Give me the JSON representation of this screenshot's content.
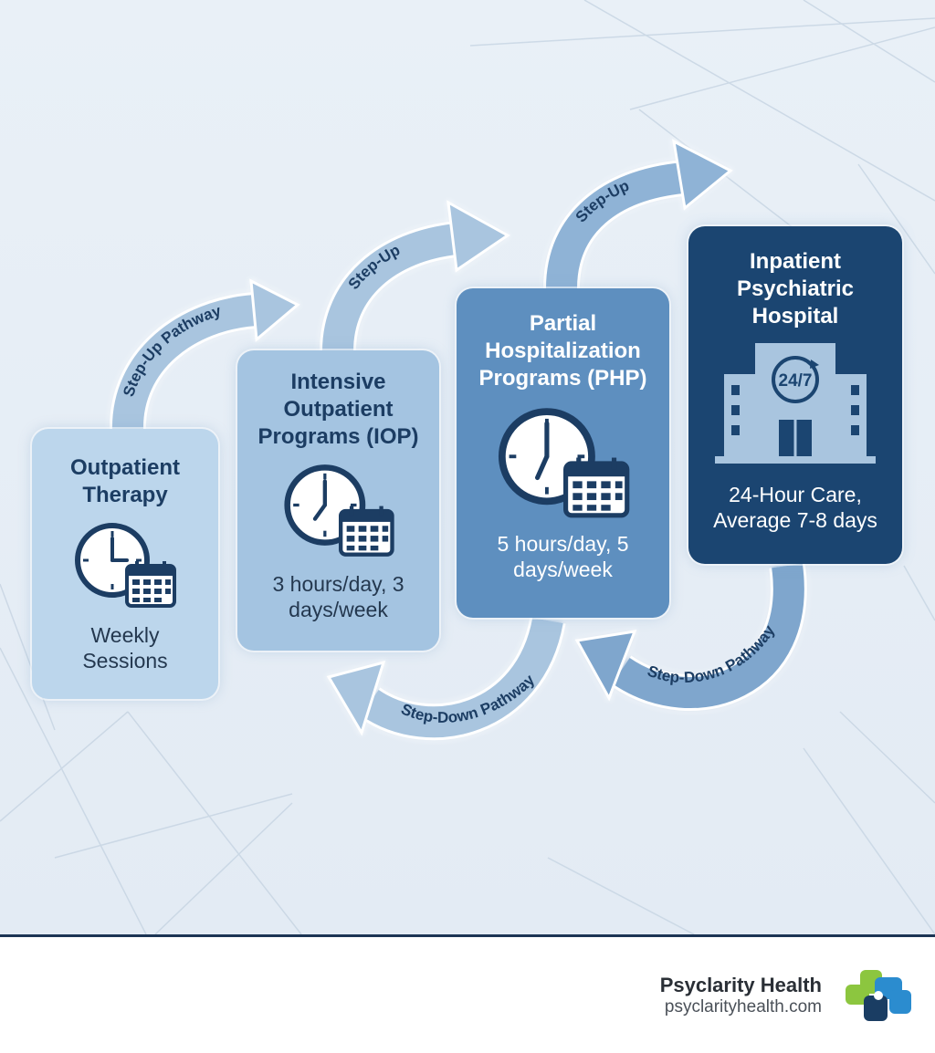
{
  "levels": [
    {
      "title": "Outpatient Therapy",
      "detail": "Weekly Sessions",
      "icon": "clock-calendar-icon"
    },
    {
      "title": "Intensive Outpatient Programs (IOP)",
      "detail": "3 hours/day, 3 days/week",
      "icon": "clock-calendar-icon"
    },
    {
      "title": "Partial Hospitalization Programs (PHP)",
      "detail": "5 hours/day, 5 days/week",
      "icon": "clock-calendar-icon"
    },
    {
      "title": "Inpatient Psychiatric Hospital",
      "detail": "24-Hour Care, Average 7-8 days",
      "icon": "hospital-building-icon",
      "badge": "24/7"
    }
  ],
  "arrows": {
    "step_up_pathway": "Step-Up Pathway",
    "step_up_1": "Step-Up",
    "step_up_2": "Step-Up",
    "step_down_1": "Step-Down Pathway",
    "step_down_2": "Step-Down Pathway"
  },
  "footer": {
    "brand_name": "Psyclarity Health",
    "brand_url": "psyclarityhealth.com",
    "logo_icon": "puzzle-cross-logo-icon"
  },
  "colors": {
    "navy": "#1b4571",
    "mid_blue": "#5e8fbf",
    "light_blue": "#a4c4e1",
    "pale_blue": "#bcd6ec",
    "logo_green": "#8cc63f",
    "logo_blue": "#2b8ccf",
    "logo_navy": "#1a3d63"
  }
}
